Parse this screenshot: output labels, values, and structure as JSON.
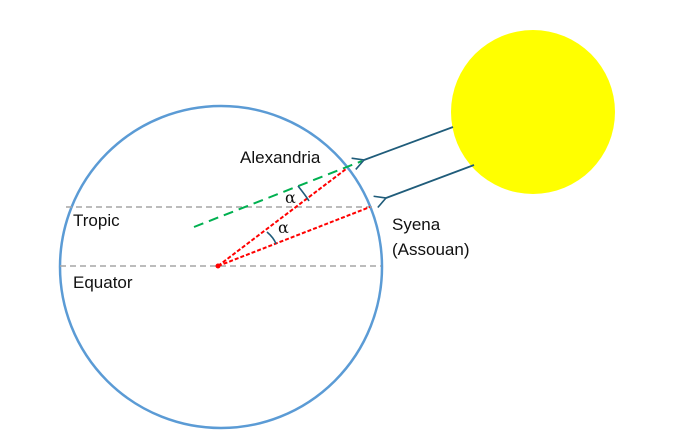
{
  "labels": {
    "alexandria": "Alexandria",
    "tropic": "Tropic",
    "equator": "Equator",
    "syena_line1": "Syena",
    "syena_line2": "(Assouan)",
    "alpha_top": "α",
    "alpha_bottom": "α"
  },
  "colors": {
    "earth": "#5b9bd5",
    "sun": "#ffff00",
    "ray": "#1f5c7a",
    "green_line": "#00b050",
    "red_line": "#ff0000",
    "gray_line": "#a6a6a6"
  }
}
